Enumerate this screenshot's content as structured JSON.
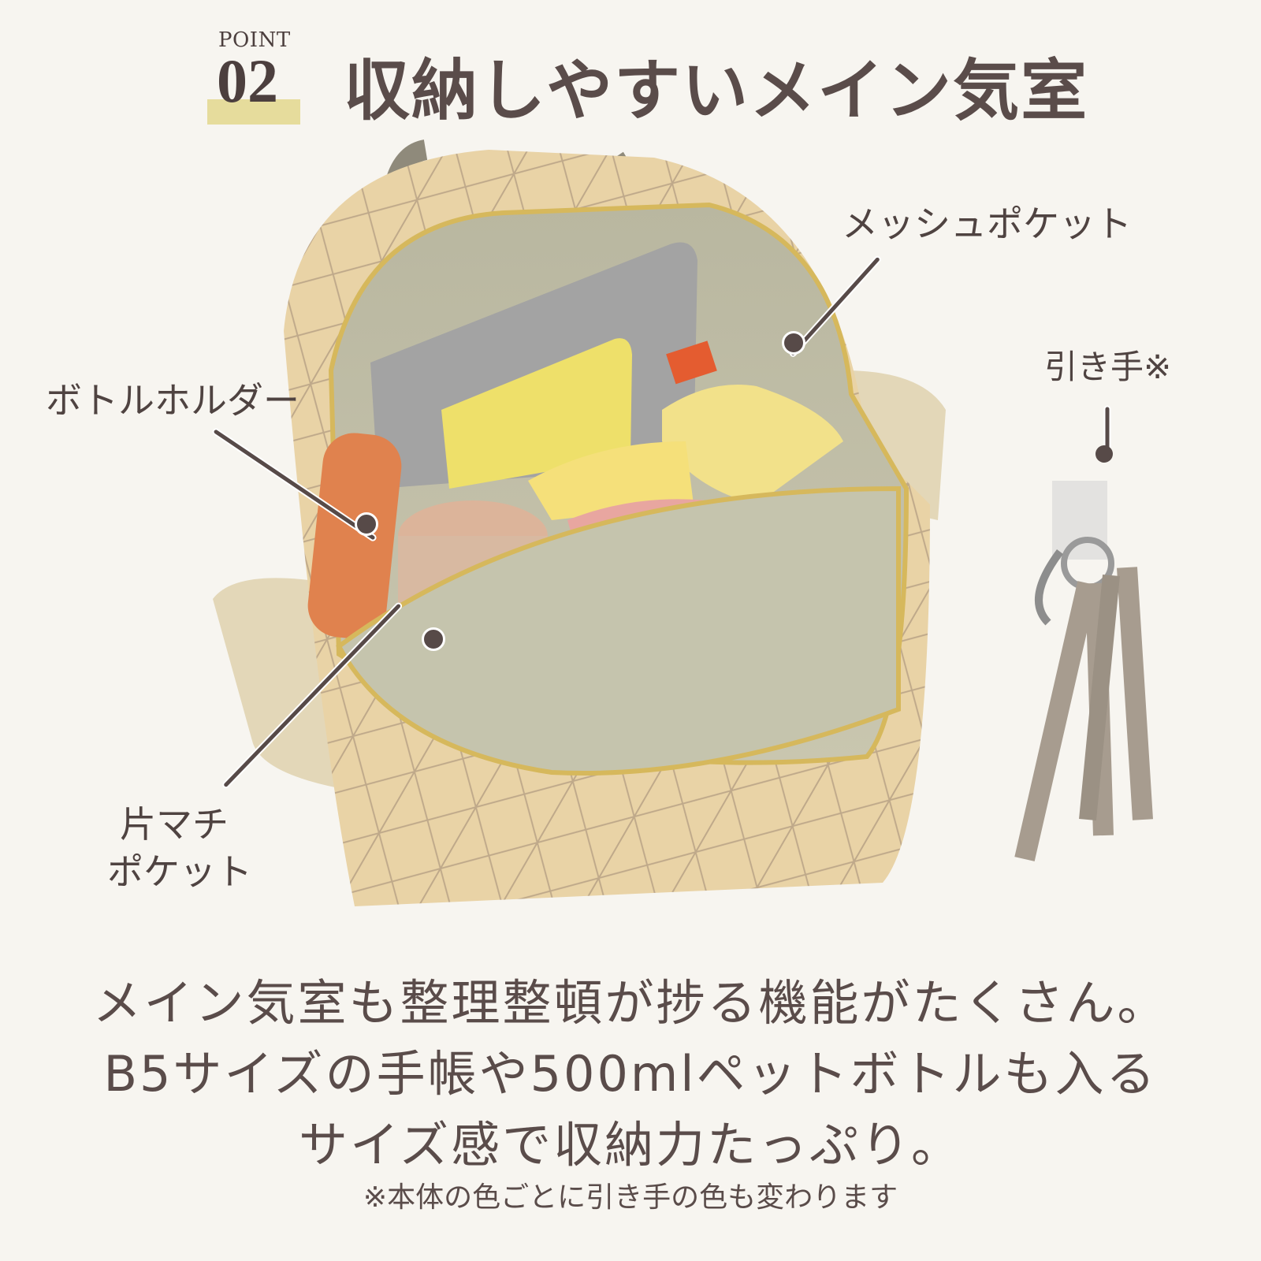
{
  "header": {
    "point_label": "POINT",
    "point_number": "02",
    "title": "収納しやすいメイン気室"
  },
  "callouts": {
    "mesh_pocket": "メッシュポケット",
    "bottle_holder": "ボトルホルダー",
    "side_pocket_line1": "片マチ",
    "side_pocket_line2": "ポケット",
    "pull_tab": "引き手※"
  },
  "description": {
    "line1": "メイン気室も整理整頓が捗る機能がたくさん。",
    "line2": "B5サイズの手帳や500mlペットボトルも入る",
    "line3": "サイズ感で収納力たっぷり。"
  },
  "note": "※本体の色ごとに引き手の色も変わります",
  "colors": {
    "background": "#f7f5f0",
    "text": "#574a48",
    "badge_highlight": "#e6dc9c",
    "bag_body": "#e9d3a6",
    "lining": "#c3c2ac",
    "pull_leather": "#a69c8f"
  }
}
